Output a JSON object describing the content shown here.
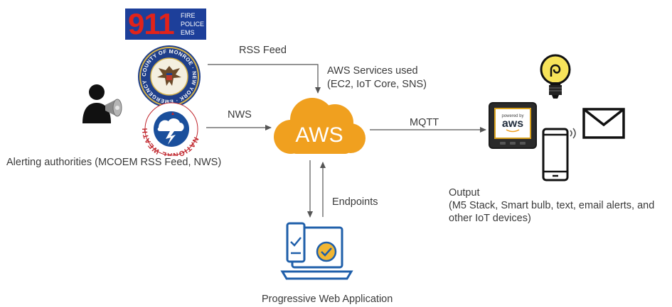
{
  "logos": {
    "n911": {
      "number": "911",
      "lines": [
        "FIRE",
        "POLICE",
        "EMS"
      ]
    },
    "county_seal": {
      "text": "COUNTY OF MONROE · NEW YORK · EMERGENCY MANAGEMENT"
    },
    "nws": {
      "text": "NATIONAL WEATHER SERVICE"
    },
    "aws_device": {
      "line1": "powered by",
      "line2": "aws"
    },
    "aws_cloud": {
      "text": "AWS"
    }
  },
  "labels": {
    "rss_feed": "RSS Feed",
    "nws": "NWS",
    "aws_services_line1": "AWS Services used",
    "aws_services_line2": "(EC2, IoT Core, SNS)",
    "mqtt": "MQTT",
    "endpoints": "Endpoints",
    "alerting": "Alerting authorities (MCOEM RSS Feed, NWS)",
    "output_line1": "Output",
    "output_line2": "(M5 Stack, Smart bulb, text, email alerts, and",
    "output_line3": "other IoT devices)",
    "pwa": "Progressive Web Application"
  },
  "colors": {
    "aws_orange": "#f0a01f",
    "arrow": "#555555",
    "blue_911": "#1d3f9a",
    "red_911": "#e2231a",
    "pwa_blue": "#1f5faa",
    "pwa_gold": "#f2b632",
    "bulb_yellow": "#f7e35a"
  },
  "icons": [
    "911-logo",
    "county-seal-icon",
    "nws-logo",
    "person-megaphone-icon",
    "aws-cloud-icon",
    "pwa-laptop-icon",
    "smart-bulb-icon",
    "m5stack-device-icon",
    "smartphone-icon",
    "email-icon"
  ]
}
